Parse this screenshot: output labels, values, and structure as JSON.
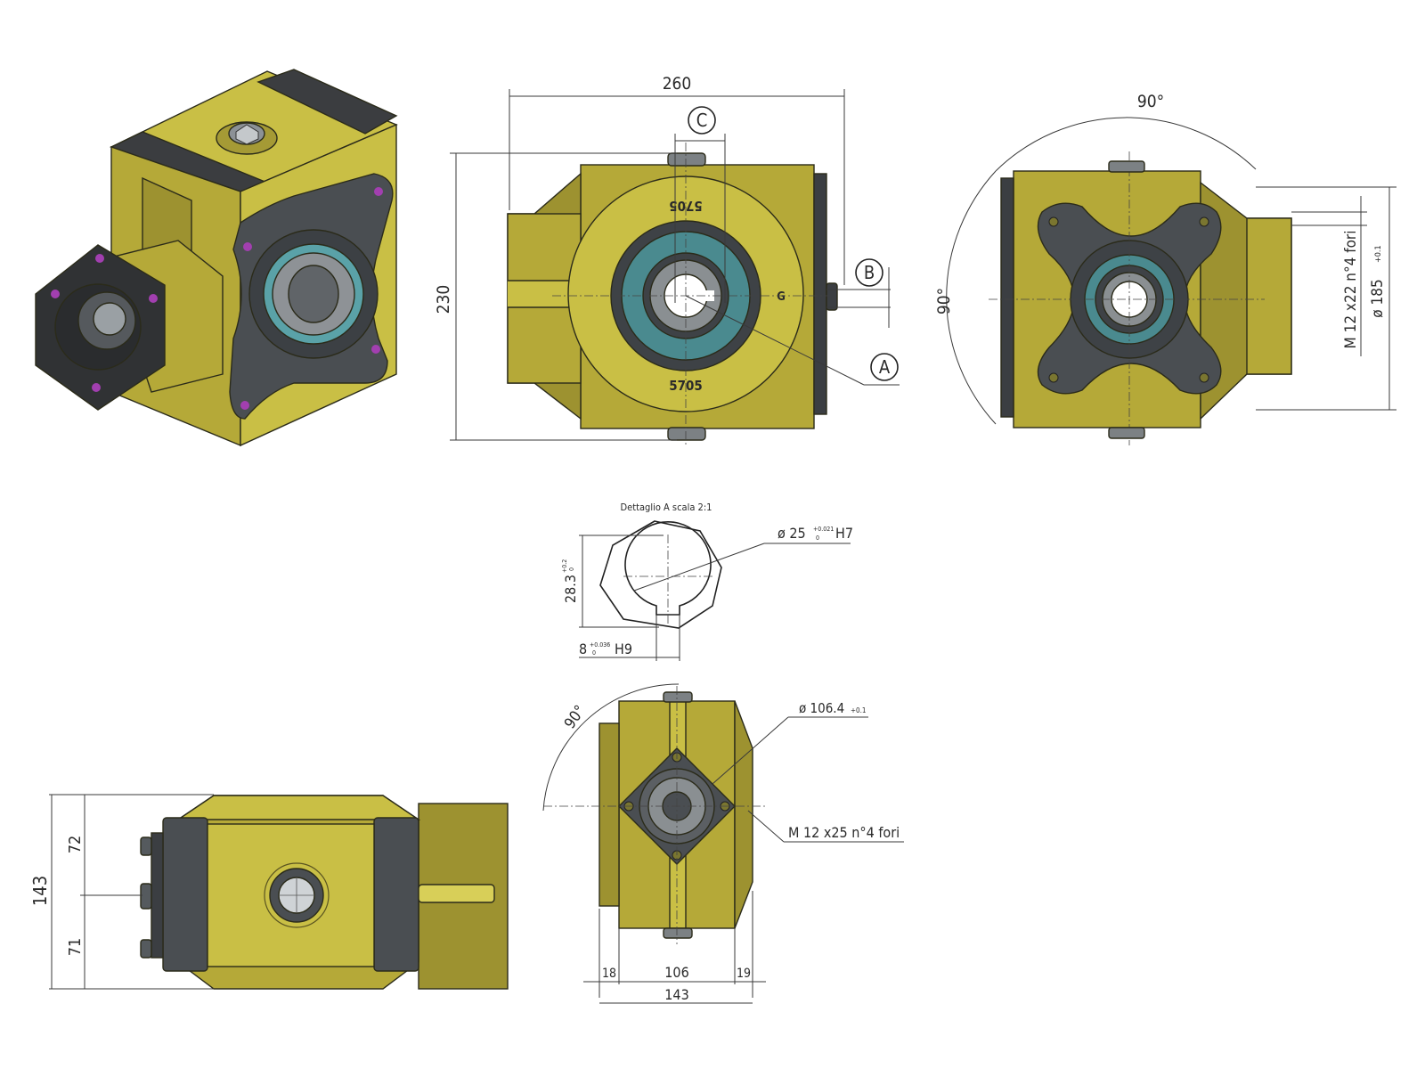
{
  "drawing": {
    "colors": {
      "housing": "#b5a938",
      "housing_light": "#c9bf45",
      "housing_dark": "#9d9230",
      "flange": "#4a4e52",
      "seal_ring": "#4a8a8f",
      "bolt_holes": "#a23fb0",
      "dimension_lines": "#3a3a3a",
      "background": "#ffffff"
    },
    "views": {
      "isometric": {
        "label": ""
      },
      "front": {
        "width_dim": "260",
        "height_dim": "230",
        "callout_a": "A",
        "callout_b": "B",
        "callout_c": "C",
        "marking_top": "5705",
        "marking_bottom": "5705",
        "marking_side": "G"
      },
      "right": {
        "angle_top": "90°",
        "angle_left": "90°",
        "thread_label": "M 12 x22  n°4  fori",
        "diameter_label": "ø 185",
        "diameter_tol": "+0.1"
      },
      "detail_a": {
        "title": "Dettaglio A scala 2:1",
        "bore_label": "ø 25",
        "bore_tol_upper": "+0.021",
        "bore_tol_lower": "0",
        "bore_fit": "H7",
        "height_label": "28.3",
        "height_tol_upper": "+0.2",
        "height_tol_lower": "0",
        "key_label": "8",
        "key_tol_upper": "+0.036",
        "key_tol_lower": "0",
        "key_fit": "H9"
      },
      "side": {
        "angle": "90°",
        "diameter_label": "ø 106.4",
        "diameter_tol": "+0.1",
        "thread_label": "M 12 x25  n°4  fori",
        "dim_left": "18",
        "dim_mid": "106",
        "dim_right": "19",
        "dim_total": "143"
      },
      "top": {
        "dim_total": "143",
        "dim_upper": "72",
        "dim_lower": "71"
      }
    }
  }
}
